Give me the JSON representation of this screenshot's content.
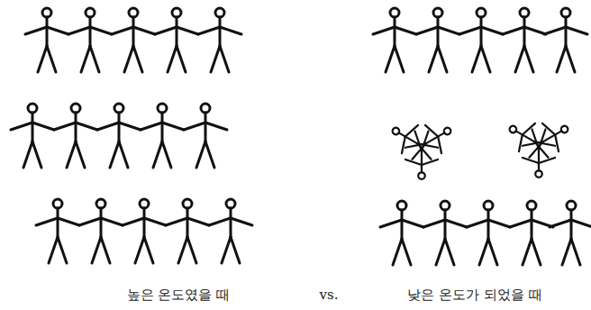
{
  "diagram": {
    "labels": [
      "높은 온도였을 때",
      "vs.",
      "낮은 온도가 되었을 때"
    ]
  }
}
